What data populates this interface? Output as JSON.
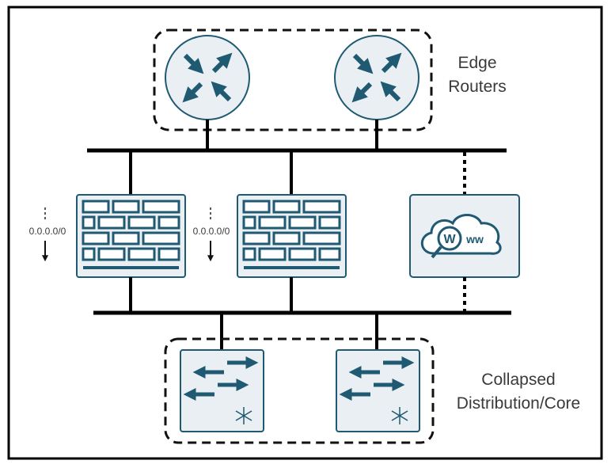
{
  "groups": {
    "edge": {
      "label_line1": "Edge",
      "label_line2": "Routers"
    },
    "core": {
      "label_line1": "Collapsed",
      "label_line2": "Distribution/Core"
    }
  },
  "firewalls": [
    {
      "route_label": "0.0.0.0/0"
    },
    {
      "route_label": "0.0.0.0/0"
    }
  ],
  "web_server": {
    "icon_text_1": "W",
    "icon_text_2": "ww"
  },
  "colors": {
    "icon_stroke": "#1f5a72",
    "icon_fill": "#e9eff2",
    "line": "#000000",
    "label": "#3a3a3a"
  },
  "icons": {
    "router": "router-icon",
    "firewall": "firewall-icon",
    "web": "web-cloud-icon",
    "switch": "layer3-switch-icon"
  }
}
